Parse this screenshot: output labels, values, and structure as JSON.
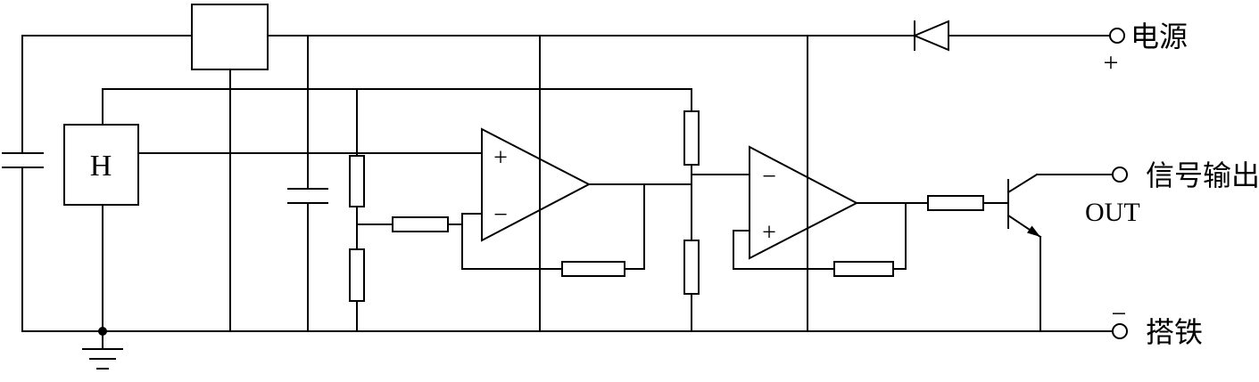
{
  "diagram": {
    "background_color": "#ffffff",
    "line_color": "#000000",
    "hall_element_label": "H",
    "opamp1": {
      "plus": "+",
      "minus": "−"
    },
    "opamp2": {
      "minus": "−",
      "plus": "+"
    },
    "power_terminal": {
      "label": "电源",
      "polarity": "+"
    },
    "signal_terminal": {
      "label": "信号输出",
      "sublabel": "OUT"
    },
    "ground_terminal": {
      "label": "搭铁",
      "polarity": "−"
    }
  }
}
